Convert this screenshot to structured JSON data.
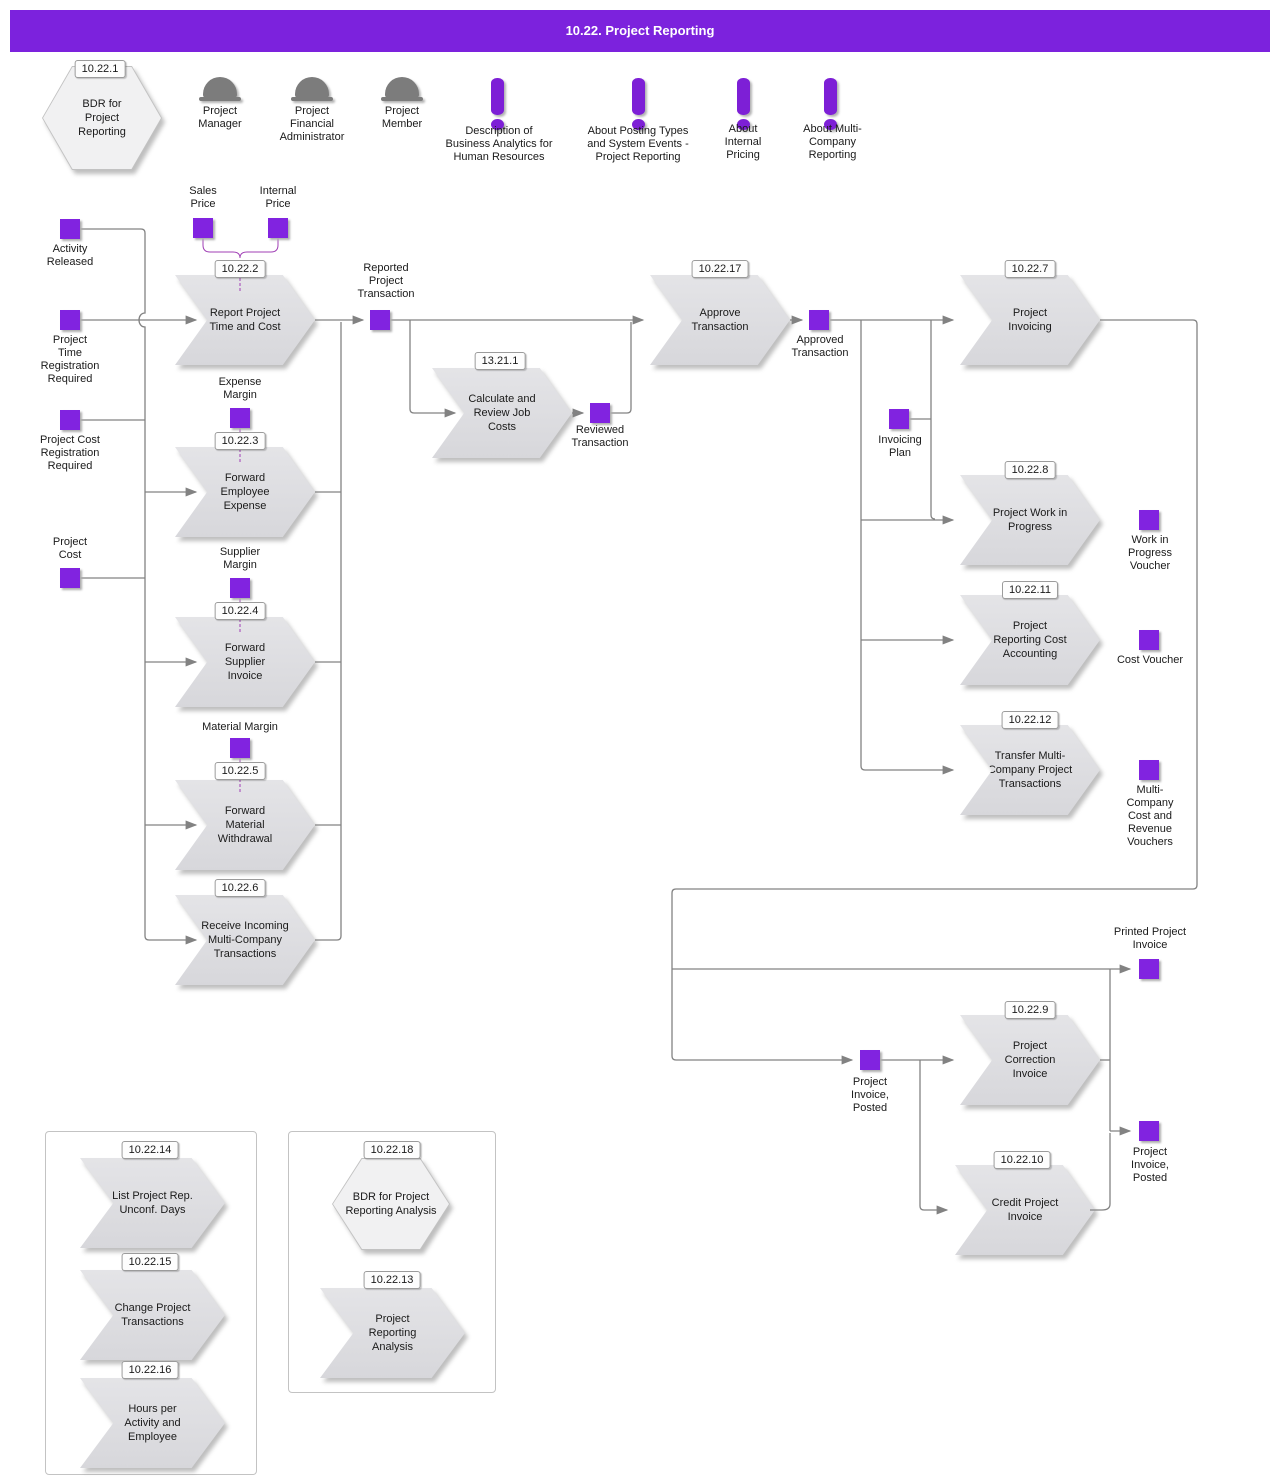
{
  "header": {
    "title": "10.22. Project Reporting"
  },
  "colors": {
    "accent": "#7C22DD",
    "event_square": "#8123E0",
    "shape_fill": "#DCDCDF",
    "line_gray": "#828282",
    "line_purple": "#A03FB5"
  },
  "legend": {
    "bdr": {
      "chip": "10.22.1",
      "label": "BDR for\nProject\nReporting"
    },
    "roles": [
      {
        "label": "Project\nManager"
      },
      {
        "label": "Project\nFinancial\nAdministrator"
      },
      {
        "label": "Project\nMember"
      }
    ],
    "notes": [
      {
        "label": "Description of\nBusiness Analytics for\nHuman Resources"
      },
      {
        "label": "About Posting Types\nand System Events -\nProject Reporting"
      },
      {
        "label": "About\nInternal\nPricing"
      },
      {
        "label": "About Multi-\nCompany\nReporting"
      }
    ]
  },
  "processes": {
    "report_time_cost": {
      "chip": "10.22.2",
      "label": "Report Project\nTime and Cost"
    },
    "forward_employee_expense": {
      "chip": "10.22.3",
      "label": "Forward\nEmployee\nExpense"
    },
    "forward_supplier_invoice": {
      "chip": "10.22.4",
      "label": "Forward\nSupplier\nInvoice"
    },
    "forward_material": {
      "chip": "10.22.5",
      "label": "Forward\nMaterial\nWithdrawal"
    },
    "receive_incoming": {
      "chip": "10.22.6",
      "label": "Receive Incoming\nMulti-Company\nTransactions"
    },
    "calculate_review": {
      "chip": "13.21.1",
      "label": "Calculate and\nReview Job\nCosts"
    },
    "approve_transaction": {
      "chip": "10.22.17",
      "label": "Approve\nTransaction"
    },
    "project_invoicing": {
      "chip": "10.22.7",
      "label": "Project\nInvoicing"
    },
    "project_wip": {
      "chip": "10.22.8",
      "label": "Project Work in\nProgress"
    },
    "cost_accounting": {
      "chip": "10.22.11",
      "label": "Project\nReporting Cost\nAccounting"
    },
    "transfer_multi": {
      "chip": "10.22.12",
      "label": "Transfer Multi-\nCompany Project\nTransactions"
    },
    "correction_invoice": {
      "chip": "10.22.9",
      "label": "Project\nCorrection\nInvoice"
    },
    "credit_invoice": {
      "chip": "10.22.10",
      "label": "Credit Project\nInvoice"
    },
    "list_unconf_days": {
      "chip": "10.22.14",
      "label": "List Project Rep.\nUnconf. Days"
    },
    "change_transactions": {
      "chip": "10.22.15",
      "label": "Change Project\nTransactions"
    },
    "hours_per_activity": {
      "chip": "10.22.16",
      "label": "Hours per\nActivity and\nEmployee"
    },
    "bdr_analysis": {
      "chip": "10.22.18",
      "label": "BDR for Project\nReporting Analysis"
    },
    "reporting_analysis": {
      "chip": "10.22.13",
      "label": "Project\nReporting\nAnalysis"
    }
  },
  "events": {
    "activity_released": {
      "label": "Activity\nReleased"
    },
    "time_reg_required": {
      "label": "Project\nTime\nRegistration\nRequired"
    },
    "cost_reg_required": {
      "label": "Project Cost\nRegistration\nRequired"
    },
    "project_cost": {
      "label": "Project\nCost"
    },
    "sales_price": {
      "label": "Sales\nPrice"
    },
    "internal_price": {
      "label": "Internal\nPrice"
    },
    "expense_margin": {
      "label": "Expense\nMargin"
    },
    "supplier_margin": {
      "label": "Supplier\nMargin"
    },
    "material_margin": {
      "label": "Material Margin"
    },
    "reported_transaction": {
      "label": "Reported\nProject\nTransaction"
    },
    "reviewed_transaction": {
      "label": "Reviewed\nTransaction"
    },
    "approved_transaction": {
      "label": "Approved\nTransaction"
    },
    "invoicing_plan": {
      "label": "Invoicing\nPlan"
    },
    "wip_voucher": {
      "label": "Work in\nProgress\nVoucher"
    },
    "cost_voucher": {
      "label": "Cost Voucher"
    },
    "multi_vouchers": {
      "label": "Multi-\nCompany\nCost and\nRevenue\nVouchers"
    },
    "printed_invoice": {
      "label": "Printed Project\nInvoice"
    },
    "invoice_posted_1": {
      "label": "Project\nInvoice,\nPosted"
    },
    "invoice_posted_2": {
      "label": "Project\nInvoice,\nPosted"
    }
  }
}
